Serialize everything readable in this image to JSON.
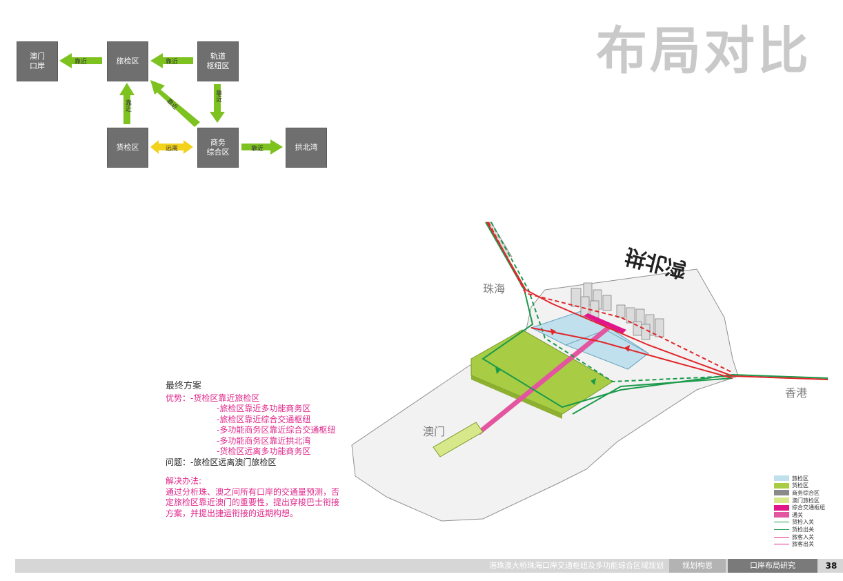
{
  "title": "布局对比",
  "flow": {
    "boxes": {
      "macau_port": "澳门\n口岸",
      "passenger": "旅检区",
      "rail_hub": "轨道\n枢纽区",
      "cargo": "货检区",
      "business": "商务\n综合区",
      "gongbei": "拱北湾"
    },
    "arrow_labels": {
      "passenger_to_macau": "靠近",
      "rail_to_passenger": "靠近",
      "rail_to_business": "靠近",
      "cargo_to_passenger": "靠近",
      "business_to_passenger": "靠近",
      "cargo_business": "远离",
      "business_to_gongbei": "靠近"
    },
    "colors": {
      "near": "#7dc21e",
      "far": "#f2d21a",
      "box": "#6f6f6f"
    }
  },
  "map": {
    "zhuhai": "珠海",
    "hongkong": "香港",
    "macau": "澳门",
    "side_label": "拱北湾"
  },
  "final_plan": {
    "heading": "最终方案",
    "advantages_label": "优势：",
    "advantages": [
      "-货检区靠近旅检区",
      "-旅检区靠近多功能商务区",
      "-旅检区靠近综合交通枢纽",
      "-多功能商务区靠近综合交通枢纽",
      "-多功能商务区靠近拱北湾",
      "-货检区远离多功能商务区"
    ],
    "problem_label": "问题：",
    "problem": "-旅检区远离澳门旅检区",
    "solution_heading": "解决办法:",
    "solution_lines": [
      "通过分析珠、澳之间所有口岸的交通量预测，否",
      "定旅检区靠近澳门的重要性，提出穿梭巴士衔接",
      "方案，并提出捷运衔接的远期构想。"
    ]
  },
  "legend": [
    {
      "label": "旅检区",
      "kind": "swatch",
      "color": "#bfe0ec"
    },
    {
      "label": "货检区",
      "kind": "swatch",
      "color": "#a8cc44"
    },
    {
      "label": "商务综合区",
      "kind": "swatch",
      "color": "#8a8a8a"
    },
    {
      "label": "澳门旅检区",
      "kind": "swatch",
      "color": "#d6e88a"
    },
    {
      "label": "综合交通枢纽",
      "kind": "swatch",
      "color": "#e0168a"
    },
    {
      "label": "通关",
      "kind": "swatch",
      "color": "#e3559e"
    },
    {
      "label": "货检入关",
      "kind": "line",
      "color": "#1a9a4a"
    },
    {
      "label": "货检出关",
      "kind": "line",
      "color": "#1a9a4a"
    },
    {
      "label": "旅客入关",
      "kind": "line",
      "color": "#e0268a"
    },
    {
      "label": "旅客出关",
      "kind": "line",
      "color": "#e0268a"
    }
  ],
  "footer": {
    "project": "港珠澳大桥珠海口岸交通枢纽及多功能综合区域规划",
    "section1": "规划构思",
    "section2": "口岸布局研究",
    "page": "38"
  }
}
